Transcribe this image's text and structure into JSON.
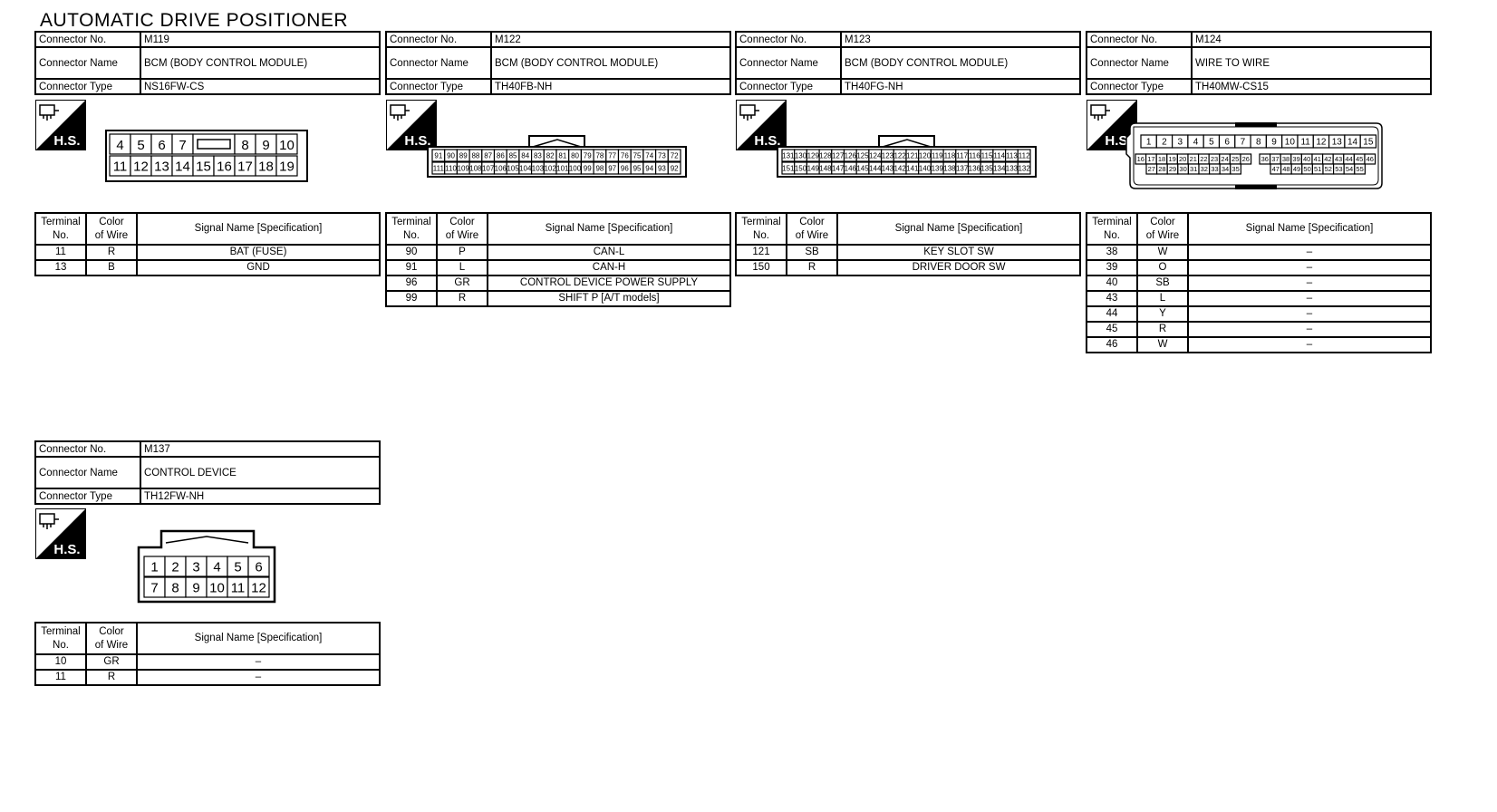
{
  "title": "AUTOMATIC DRIVE POSITIONER",
  "labels": {
    "connector_no": "Connector No.",
    "connector_name": "Connector Name",
    "connector_type": "Connector Type",
    "terminal_no": [
      "Terminal",
      "No."
    ],
    "color_of_wire": [
      "Color",
      "of Wire"
    ],
    "signal_name": "Signal Name [Specification]",
    "hs": "H.S."
  },
  "connectors": [
    {
      "no": "M119",
      "name": "BCM (BODY CONTROL MODULE)",
      "type": "NS16FW-CS",
      "pins_row1": [
        "4",
        "5",
        "6",
        "7",
        "",
        "8",
        "9",
        "10"
      ],
      "pins_row2": [
        "11",
        "12",
        "13",
        "14",
        "15",
        "16",
        "17",
        "18",
        "19"
      ],
      "terminals": [
        {
          "no": "11",
          "color": "R",
          "signal": "BAT (FUSE)"
        },
        {
          "no": "13",
          "color": "B",
          "signal": "GND"
        }
      ]
    },
    {
      "no": "M122",
      "name": "BCM (BODY CONTROL MODULE)",
      "type": "TH40FB-NH",
      "pins_row1": [
        "91",
        "90",
        "89",
        "88",
        "87",
        "86",
        "85",
        "84",
        "83",
        "82",
        "81",
        "80",
        "79",
        "78",
        "77",
        "76",
        "75",
        "74",
        "73",
        "72"
      ],
      "pins_row2": [
        "111",
        "110",
        "109",
        "108",
        "107",
        "106",
        "105",
        "104",
        "103",
        "102",
        "101",
        "100",
        "99",
        "98",
        "97",
        "96",
        "95",
        "94",
        "93",
        "92"
      ],
      "terminals": [
        {
          "no": "90",
          "color": "P",
          "signal": "CAN-L"
        },
        {
          "no": "91",
          "color": "L",
          "signal": "CAN-H"
        },
        {
          "no": "96",
          "color": "GR",
          "signal": "CONTROL DEVICE POWER SUPPLY"
        },
        {
          "no": "99",
          "color": "R",
          "signal": "SHIFT P [A/T models]"
        }
      ]
    },
    {
      "no": "M123",
      "name": "BCM (BODY CONTROL MODULE)",
      "type": "TH40FG-NH",
      "pins_row1": [
        "131",
        "130",
        "129",
        "128",
        "127",
        "126",
        "125",
        "124",
        "123",
        "122",
        "121",
        "120",
        "119",
        "118",
        "117",
        "116",
        "115",
        "114",
        "113",
        "112"
      ],
      "pins_row2": [
        "151",
        "150",
        "149",
        "148",
        "147",
        "146",
        "145",
        "144",
        "143",
        "142",
        "141",
        "140",
        "139",
        "138",
        "137",
        "136",
        "135",
        "134",
        "133",
        "132"
      ],
      "terminals": [
        {
          "no": "121",
          "color": "SB",
          "signal": "KEY SLOT SW"
        },
        {
          "no": "150",
          "color": "R",
          "signal": "DRIVER DOOR SW"
        }
      ]
    },
    {
      "no": "M124",
      "name": "WIRE TO WIRE",
      "type": "TH40MW-CS15",
      "pins_row1": [
        "1",
        "2",
        "3",
        "4",
        "5",
        "6",
        "7",
        "8",
        "9",
        "10",
        "11",
        "12",
        "13",
        "14",
        "15"
      ],
      "pins_row2a": [
        "16",
        "17",
        "18",
        "19",
        "20",
        "21",
        "22",
        "23",
        "24",
        "25",
        "26"
      ],
      "pins_row2b": [
        "36",
        "37",
        "38",
        "39",
        "40",
        "41",
        "42",
        "43",
        "44",
        "45",
        "46"
      ],
      "pins_row3a": [
        "27",
        "28",
        "29",
        "30",
        "31",
        "32",
        "33",
        "34",
        "35"
      ],
      "pins_row3b": [
        "47",
        "48",
        "49",
        "50",
        "51",
        "52",
        "53",
        "54",
        "55"
      ],
      "terminals": [
        {
          "no": "38",
          "color": "W",
          "signal": "–"
        },
        {
          "no": "39",
          "color": "O",
          "signal": "–"
        },
        {
          "no": "40",
          "color": "SB",
          "signal": "–"
        },
        {
          "no": "43",
          "color": "L",
          "signal": "–"
        },
        {
          "no": "44",
          "color": "Y",
          "signal": "–"
        },
        {
          "no": "45",
          "color": "R",
          "signal": "–"
        },
        {
          "no": "46",
          "color": "W",
          "signal": "–"
        }
      ]
    },
    {
      "no": "M137",
      "name": "CONTROL DEVICE",
      "type": "TH12FW-NH",
      "pins_row1": [
        "1",
        "2",
        "3",
        "4",
        "5",
        "6"
      ],
      "pins_row2": [
        "7",
        "8",
        "9",
        "10",
        "11",
        "12"
      ],
      "terminals": [
        {
          "no": "10",
          "color": "GR",
          "signal": "–"
        },
        {
          "no": "11",
          "color": "R",
          "signal": "–"
        }
      ]
    }
  ]
}
